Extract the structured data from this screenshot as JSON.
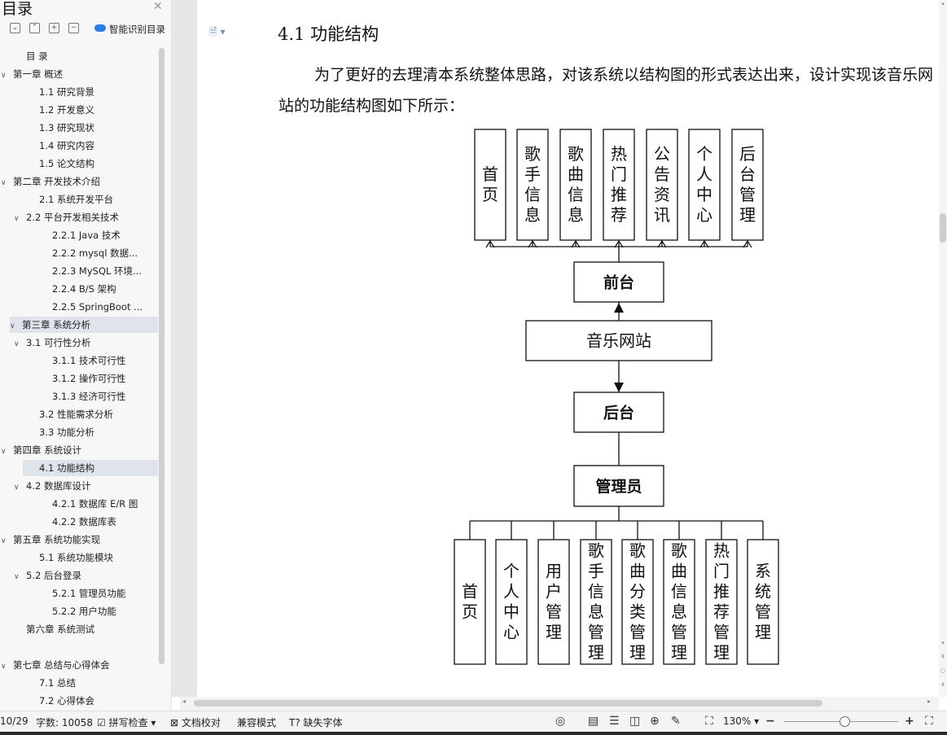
{
  "sidebar": {
    "title": "目录",
    "close_icon": "close-icon",
    "smart_toc_label": "智能识别目录",
    "toolbar_icons": [
      "collapse-all-icon",
      "expand-level-icon",
      "add-icon",
      "remove-icon"
    ],
    "items": [
      {
        "label": "目  录",
        "level": 1,
        "chev": ""
      },
      {
        "label": "第一章  概述",
        "level": 0,
        "chev": "∨"
      },
      {
        "label": "1.1 研究背景",
        "level": 2,
        "chev": ""
      },
      {
        "label": "1.2  开发意义",
        "level": 2,
        "chev": ""
      },
      {
        "label": "1.3  研究现状",
        "level": 2,
        "chev": ""
      },
      {
        "label": "1.4  研究内容",
        "level": 2,
        "chev": ""
      },
      {
        "label": "1.5  论文结构",
        "level": 2,
        "chev": ""
      },
      {
        "label": "第二章  开发技术介绍",
        "level": 0,
        "chev": "∨"
      },
      {
        "label": "2.1  系统开发平台",
        "level": 2,
        "chev": ""
      },
      {
        "label": "2.2  平台开发相关技术",
        "level": 1,
        "chev": "∨"
      },
      {
        "label": "2.2.1   Java 技术",
        "level": 3,
        "chev": ""
      },
      {
        "label": "2.2.2   mysql 数据...",
        "level": 3,
        "chev": ""
      },
      {
        "label": "2.2.3   MySQL 环境...",
        "level": 3,
        "chev": ""
      },
      {
        "label": "2.2.4   B/S 架构",
        "level": 3,
        "chev": ""
      },
      {
        "label": "2.2.5   SpringBoot ...",
        "level": 3,
        "chev": ""
      },
      {
        "label": "第三章  系统分析",
        "level": 0,
        "chev": "∨",
        "selected": true
      },
      {
        "label": "3.1  可行性分析",
        "level": 1,
        "chev": "∨"
      },
      {
        "label": "3.1.1 技术可行性",
        "level": 3,
        "chev": ""
      },
      {
        "label": "3.1.2 操作可行性",
        "level": 3,
        "chev": ""
      },
      {
        "label": "3.1.3  经济可行性",
        "level": 3,
        "chev": ""
      },
      {
        "label": "3.2 性能需求分析",
        "level": 2,
        "chev": ""
      },
      {
        "label": "3.3 功能分析",
        "level": 2,
        "chev": ""
      },
      {
        "label": "第四章  系统设计",
        "level": 0,
        "chev": "∨"
      },
      {
        "label": "4.1 功能结构",
        "level": 2,
        "chev": "",
        "selected": true
      },
      {
        "label": "4.2  数据库设计",
        "level": 1,
        "chev": "∨"
      },
      {
        "label": "4.2.1  数据库 E/R 图",
        "level": 3,
        "chev": ""
      },
      {
        "label": "4.2.2  数据库表",
        "level": 3,
        "chev": ""
      },
      {
        "label": "第五章  系统功能实现",
        "level": 0,
        "chev": "∨"
      },
      {
        "label": "5.1 系统功能模块",
        "level": 2,
        "chev": ""
      },
      {
        "label": "5.2 后台登录",
        "level": 1,
        "chev": "∨"
      },
      {
        "label": "5.2.1 管理员功能",
        "level": 3,
        "chev": ""
      },
      {
        "label": "5.2.2 用户功能",
        "level": 3,
        "chev": ""
      },
      {
        "label": "第六章  系统测试",
        "level": 1.5,
        "chev": ""
      },
      {
        "label": "",
        "level": 0,
        "chev": ""
      },
      {
        "label": "第七章  总结与心得体会",
        "level": 0,
        "chev": "∨"
      },
      {
        "label": "7.1  总结",
        "level": 2,
        "chev": ""
      },
      {
        "label": "7.2  心得体会",
        "level": 2,
        "chev": ""
      }
    ]
  },
  "document": {
    "heading": "4.1 功能结构",
    "paragraph": "为了更好的去理清本系统整体思路，对该系统以结构图的形式表达出来，设计实现该音乐网站的功能结构图如下所示：",
    "diagram": {
      "top_modules": [
        "首页",
        "歌手信息",
        "歌曲信息",
        "热门推荐",
        "公告资讯",
        "个人中心",
        "后台管理"
      ],
      "frontend": "前台",
      "root": "音乐网站",
      "backend": "后台",
      "admin": "管理员",
      "bottom_modules": [
        "首页",
        "个人中心",
        "用户管理",
        "歌手信息管理",
        "歌曲分类管理",
        "歌曲信息管理",
        "热门推荐管理",
        "系统管理"
      ]
    }
  },
  "statusbar": {
    "page": "10/29",
    "word_count": "字数: 10058",
    "spell_check": "拼写检查",
    "doc_proof": "文档校对",
    "compat_mode": "兼容模式",
    "missing_fonts": "缺失字体",
    "zoom": "130%"
  }
}
